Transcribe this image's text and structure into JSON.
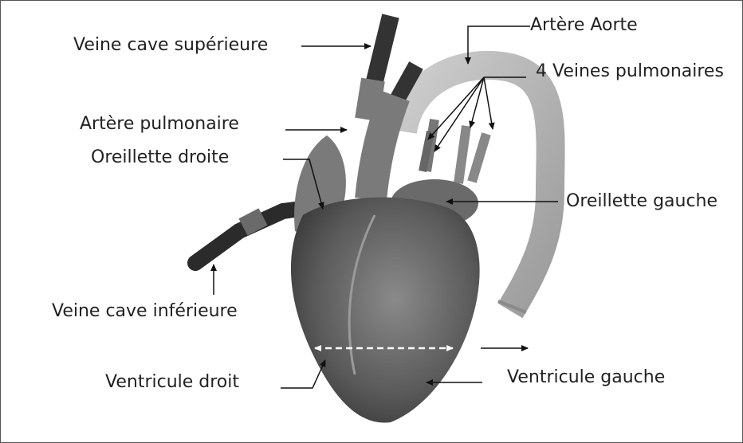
{
  "labels": {
    "veine_cave_superieure": "Veine cave supérieure",
    "artere_aorte": "Artère Aorte",
    "veines_pulmonaires": "4 Veines pulmonaires",
    "artere_pulmonaire": "Artère pulmonaire",
    "oreillette_droite": "Oreillette droite",
    "oreillette_gauche": "Oreillette gauche",
    "veine_cave_inferieure": "Veine cave inférieure",
    "ventricule_droit": "Ventricule droit",
    "ventricule_gauche": "Ventricule gauche"
  },
  "colors": {
    "frame": "#555555",
    "arrow": "#111111",
    "heart_dark": "#3a3a3a",
    "heart_mid": "#6e6e6e",
    "aorta": "#b9b9b9",
    "vessel_dark": "#2b2b2b"
  }
}
